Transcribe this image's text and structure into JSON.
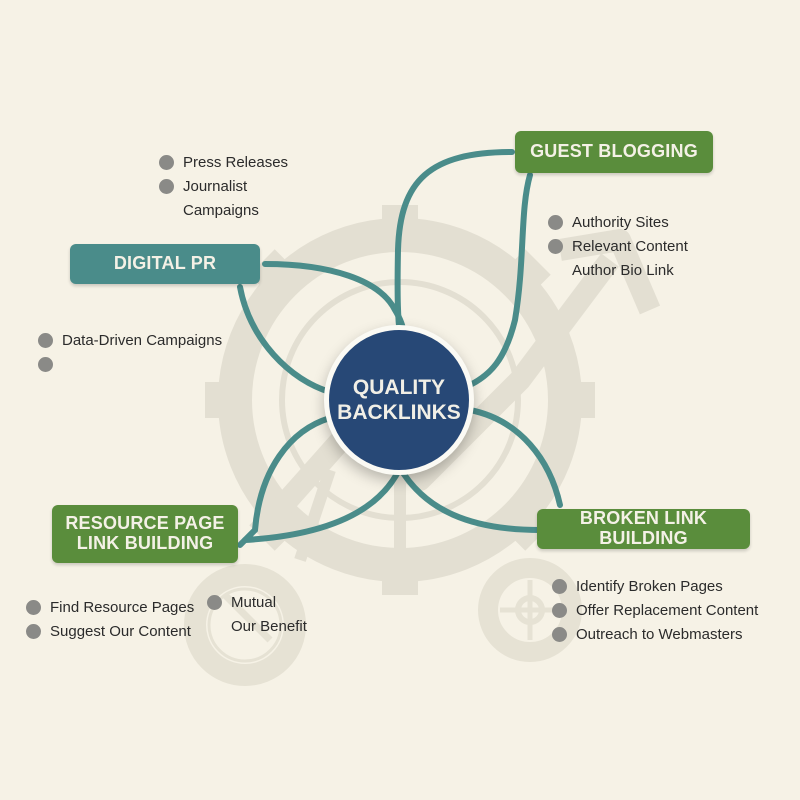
{
  "diagram": {
    "type": "mind-map",
    "center": {
      "line1": "QUALITY",
      "line2": "BACKLINKS",
      "color": "#274876"
    },
    "colors": {
      "background": "#f6f2e6",
      "connector": "#4a8c8a",
      "teal_node": "#4a8c8a",
      "green_node": "#5a8d3c",
      "bullet": "#8a8a87",
      "text": "#2b2b2b"
    },
    "branches": [
      {
        "id": "digital-pr",
        "label": "DIGITAL PR",
        "color": "#4a8c8a",
        "groups": [
          {
            "items": [
              {
                "text": "Press Releases",
                "bullet": true
              },
              {
                "text": "Journalist",
                "bullet": true
              },
              {
                "text": "Campaigns",
                "bullet": false
              }
            ]
          },
          {
            "items": [
              {
                "text": "Data-Driven Campaigns",
                "bullet": true
              },
              {
                "text": "",
                "bullet": true
              }
            ]
          }
        ]
      },
      {
        "id": "guest-blogging",
        "label": "GUEST BLOGGING",
        "color": "#5a8d3c",
        "groups": [
          {
            "items": [
              {
                "text": "Authority Sites",
                "bullet": true
              },
              {
                "text": "Relevant Content",
                "bullet": true
              },
              {
                "text": "Author Bio Link",
                "bullet": false
              }
            ]
          }
        ]
      },
      {
        "id": "resource-page",
        "label_line1": "RESOURCE PAGE",
        "label_line2": "LINK BUILDING",
        "color": "#5a8d3c",
        "groups": [
          {
            "items": [
              {
                "text": "Find Resource Pages",
                "bullet": true
              },
              {
                "text": "Suggest Our Content",
                "bullet": true
              }
            ]
          },
          {
            "items": [
              {
                "text": "Mutual",
                "bullet": true
              },
              {
                "text": "Our Benefit",
                "bullet": false
              }
            ]
          }
        ]
      },
      {
        "id": "broken-link",
        "label": "BROKEN LINK BUILDING",
        "color": "#5a8d3c",
        "groups": [
          {
            "items": [
              {
                "text": "Identify Broken Pages",
                "bullet": true
              },
              {
                "text": "Offer Replacement Content",
                "bullet": true
              },
              {
                "text": "Outreach to Webmasters",
                "bullet": true
              }
            ]
          }
        ]
      }
    ],
    "background_icons": [
      "gear-icon-large",
      "gear-icon-small-left",
      "gear-icon-small-right",
      "growth-arrow-icon"
    ]
  }
}
